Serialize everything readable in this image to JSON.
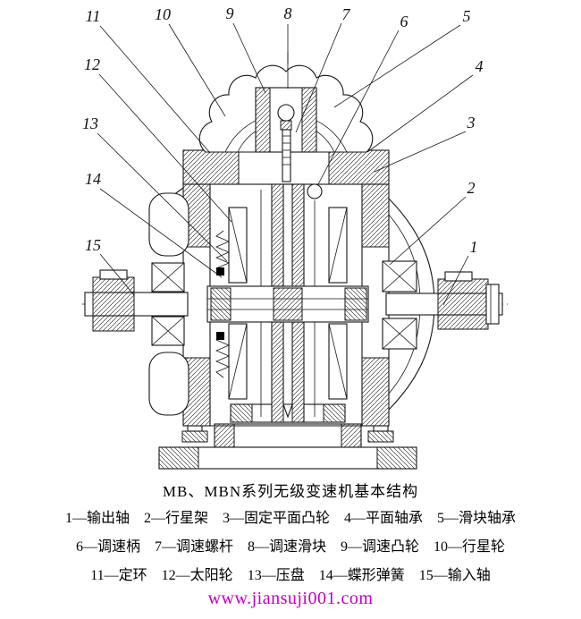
{
  "figure": {
    "caption": "MB、MBN系列无级变速机基本结构",
    "watermark": "www.jiansuji001.com"
  },
  "callouts": [
    "1",
    "2",
    "3",
    "4",
    "5",
    "6",
    "7",
    "8",
    "9",
    "10",
    "11",
    "12",
    "13",
    "14",
    "15"
  ],
  "legend": {
    "rows": [
      [
        "1—输出轴",
        "2—行星架",
        "3—固定平面凸轮",
        "4—平面轴承",
        "5—滑块轴承"
      ],
      [
        "6—调速柄",
        "7—调速螺杆",
        "8—调速滑块",
        "9—调速凸轮",
        "10—行星轮"
      ],
      [
        "11—定环",
        "12—太阳轮",
        "13—压盘",
        "14—蝶形弹簧",
        "15—输入轴"
      ]
    ]
  },
  "colors": {
    "line": "#151515",
    "watermark": "#C000C0",
    "background": "#FFFFFF"
  }
}
